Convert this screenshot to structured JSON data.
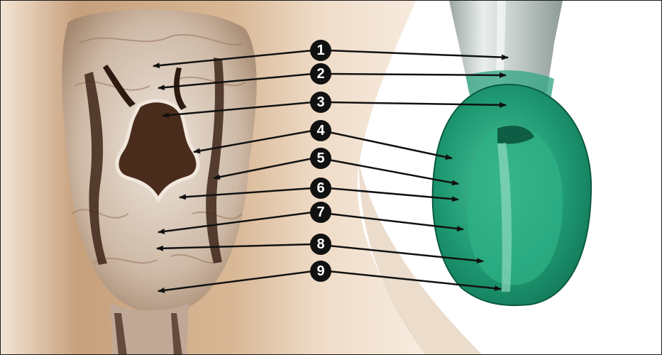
{
  "callouts": [
    {
      "number": "1"
    },
    {
      "number": "2"
    },
    {
      "number": "3"
    },
    {
      "number": "4"
    },
    {
      "number": "5"
    },
    {
      "number": "6"
    },
    {
      "number": "7"
    },
    {
      "number": "8"
    },
    {
      "number": "9"
    }
  ],
  "colors": {
    "skin": "#e8cdb0",
    "tissue_light": "#e6ddd2",
    "tissue_dark": "#3d2418",
    "mask_green": "#1f9a73",
    "tube_gray": "#c9cfcd",
    "arrow": "#111111"
  }
}
